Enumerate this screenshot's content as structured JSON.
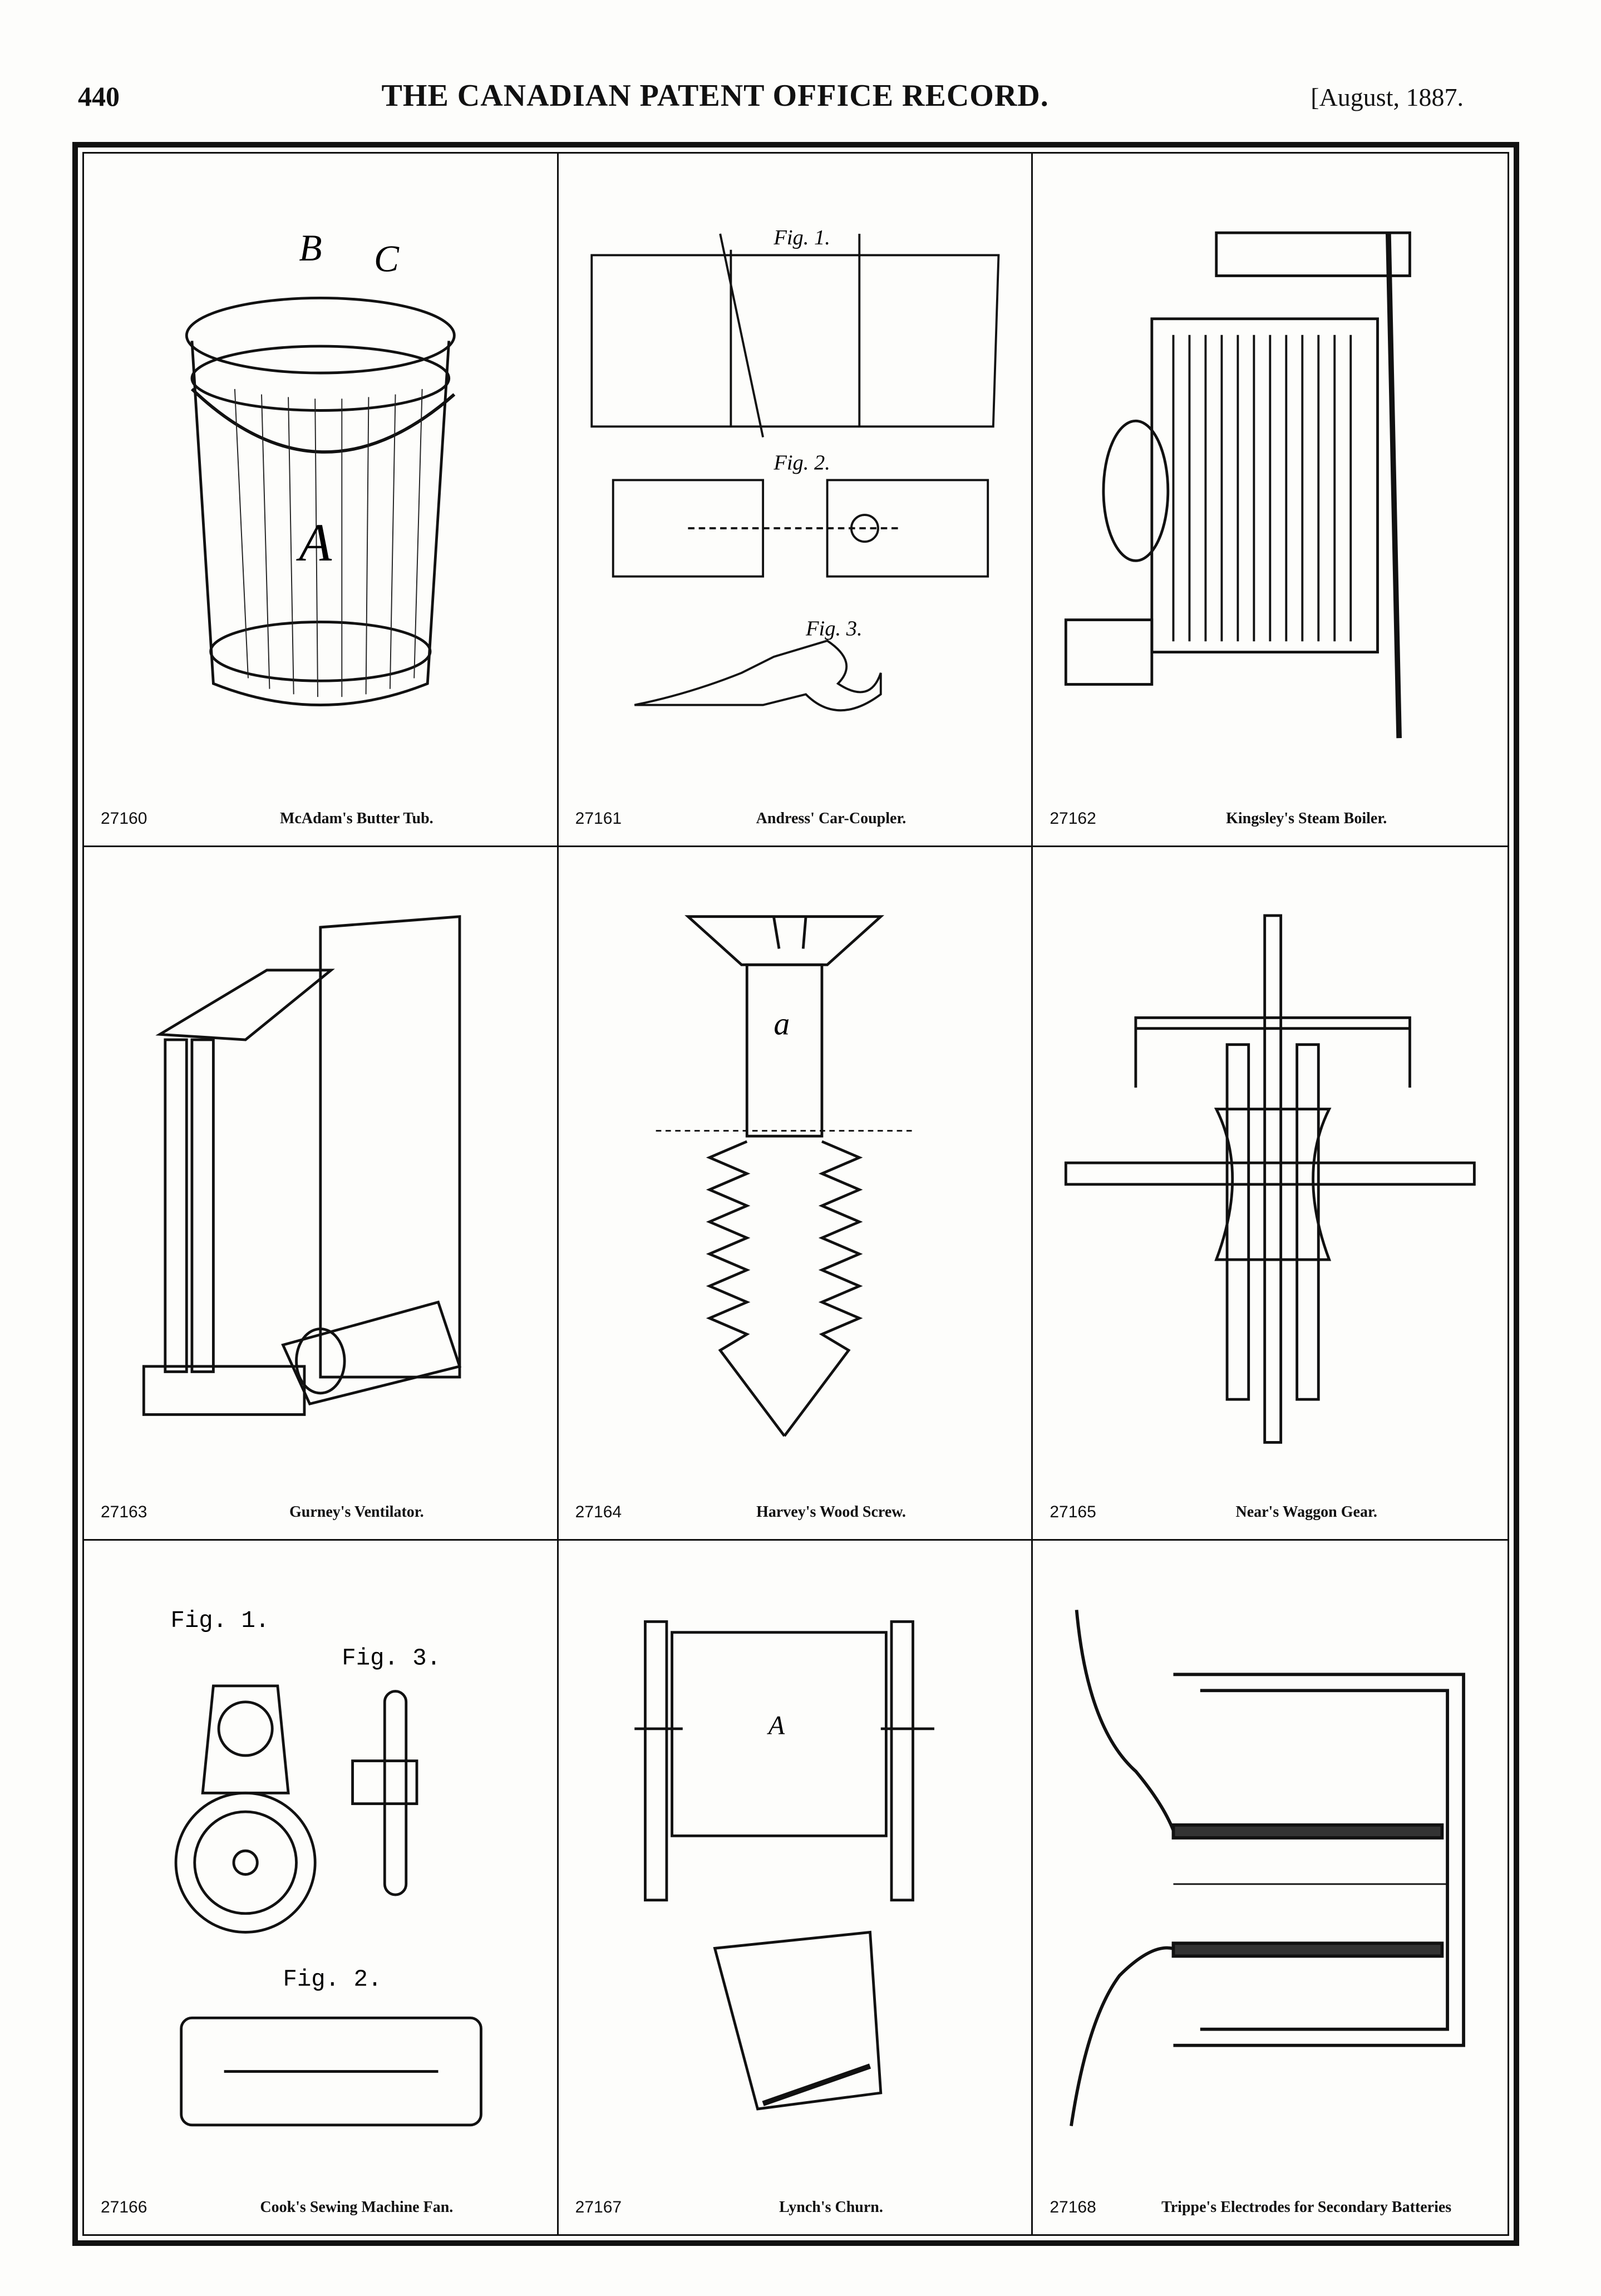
{
  "header": {
    "page_number": "440",
    "journal_title": "THE CANADIAN PATENT OFFICE RECORD.",
    "date": "[August, 1887."
  },
  "patents": [
    {
      "number": "27160",
      "title": "McAdam's Butter Tub.",
      "icon": "butter-tub"
    },
    {
      "number": "27161",
      "title": "Andress' Car-Coupler.",
      "icon": "car-coupler"
    },
    {
      "number": "27162",
      "title": "Kingsley's Steam Boiler.",
      "icon": "steam-boiler"
    },
    {
      "number": "27163",
      "title": "Gurney's Ventilator.",
      "icon": "ventilator"
    },
    {
      "number": "27164",
      "title": "Harvey's Wood Screw.",
      "icon": "wood-screw"
    },
    {
      "number": "27165",
      "title": "Near's Waggon Gear.",
      "icon": "waggon-gear"
    },
    {
      "number": "27166",
      "title": "Cook's Sewing Machine Fan.",
      "icon": "sewing-machine-fan"
    },
    {
      "number": "27167",
      "title": "Lynch's Churn.",
      "icon": "churn"
    },
    {
      "number": "27168",
      "title": "Trippe's Electrodes for Secondary Batteries",
      "icon": "electrodes"
    }
  ],
  "figure_labels": {
    "fig1": "Fig. 1.",
    "fig2": "Fig. 2.",
    "fig3": "Fig. 3.",
    "tub_a": "A",
    "tub_b": "B",
    "tub_c": "C",
    "screw_a": "a",
    "churn_a": "A"
  }
}
